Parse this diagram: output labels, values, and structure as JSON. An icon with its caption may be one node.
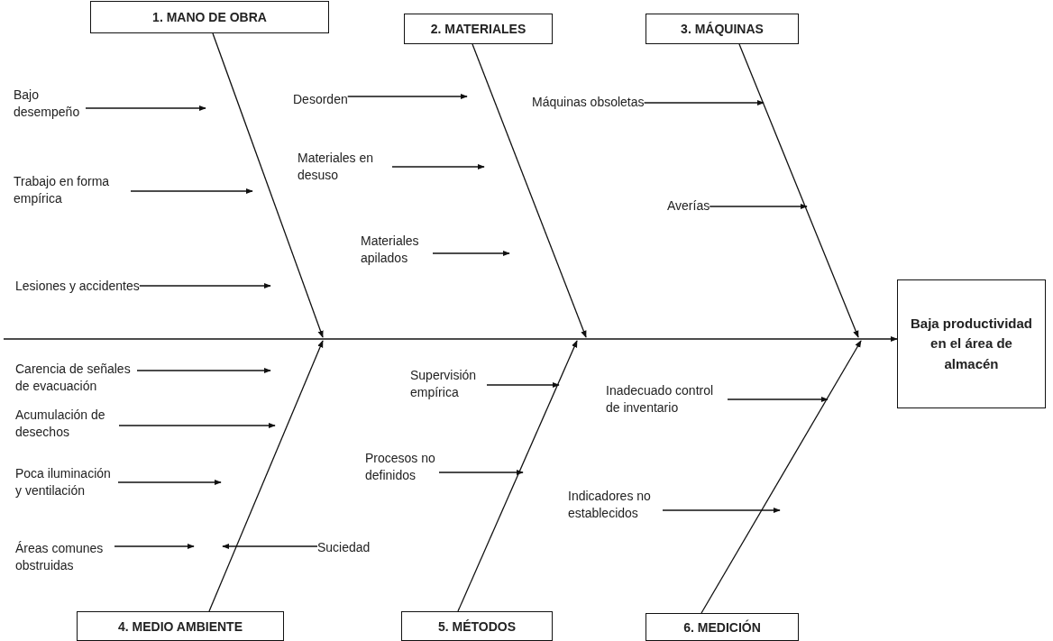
{
  "diagram": {
    "nodes": [
      {
        "text": [
          "1.  MANO DE OBRA"
        ]
      },
      {
        "text": [
          "2. MATERIALES"
        ]
      },
      {
        "text": [
          "3. MÁQUINAS"
        ]
      },
      {
        "text": [
          "Baja productividad en el área de almacén"
        ]
      },
      {
        "text": [
          "Bajo desempeño"
        ]
      },
      {
        "text": [
          "Trabajo en forma empírica"
        ]
      },
      {
        "text": [
          "Lesiones y accidentes"
        ]
      },
      {
        "text": [
          "Desorden"
        ]
      },
      {
        "text": [
          "Materiales en desuso"
        ]
      },
      {
        "text": [
          "Materiales apilados"
        ]
      },
      {
        "text": [
          "Máquinas obsoletas"
        ]
      },
      {
        "text": [
          "Averías"
        ]
      },
      {
        "text": [
          "Carencia de señales de evacuación"
        ]
      },
      {
        "text": [
          "Acumulación de desechos"
        ]
      },
      {
        "text": [
          "Poca iluminación y ventilación"
        ]
      },
      {
        "text": [
          "Áreas comunes obstruidas"
        ]
      },
      {
        "text": [
          "Suciedad"
        ]
      },
      {
        "text": [
          "Supervisión empírica"
        ]
      },
      {
        "text": [
          "Procesos no definidos"
        ]
      },
      {
        "text": [
          "Inadecuado control de inventario"
        ]
      },
      {
        "text": [
          "Indicadores no establecidos"
        ]
      },
      {
        "text": [
          "4. MEDIO AMBIENTE"
        ]
      },
      {
        "text": [
          "5. MÉTODOS"
        ]
      },
      {
        "text": [
          "6. MEDICIÓN"
        ]
      }
    ],
    "edges": [
      {
        "from": null,
        "to": 3,
        "arrow": "to"
      },
      {
        "from": 0,
        "to": null,
        "arrow": "to"
      },
      {
        "from": 1,
        "to": null,
        "arrow": "to"
      },
      {
        "from": 2,
        "to": null,
        "arrow": "to"
      },
      {
        "from": 21,
        "to": null,
        "arrow": "to"
      },
      {
        "from": 22,
        "to": null,
        "arrow": "to"
      },
      {
        "from": 23,
        "to": null,
        "arrow": "to"
      },
      {
        "from": 4,
        "to": null,
        "arrow": "to"
      },
      {
        "from": 5,
        "to": null,
        "arrow": "to"
      },
      {
        "from": 6,
        "to": null,
        "arrow": "to"
      },
      {
        "from": 7,
        "to": null,
        "arrow": "to"
      },
      {
        "from": 8,
        "to": null,
        "arrow": "to"
      },
      {
        "from": 9,
        "to": null,
        "arrow": "to"
      },
      {
        "from": 10,
        "to": null,
        "arrow": "to"
      },
      {
        "from": 11,
        "to": null,
        "arrow": "to"
      },
      {
        "from": 12,
        "to": null,
        "arrow": "to"
      },
      {
        "from": 13,
        "to": null,
        "arrow": "to"
      },
      {
        "from": 14,
        "to": null,
        "arrow": "to"
      },
      {
        "from": 15,
        "to": null,
        "arrow": "to"
      },
      {
        "from": 16,
        "to": null,
        "arrow": "to"
      },
      {
        "from": 17,
        "to": null,
        "arrow": "to"
      },
      {
        "from": 18,
        "to": null,
        "arrow": "to"
      },
      {
        "from": 19,
        "to": null,
        "arrow": "to"
      },
      {
        "from": 20,
        "to": null,
        "arrow": "to"
      }
    ]
  }
}
